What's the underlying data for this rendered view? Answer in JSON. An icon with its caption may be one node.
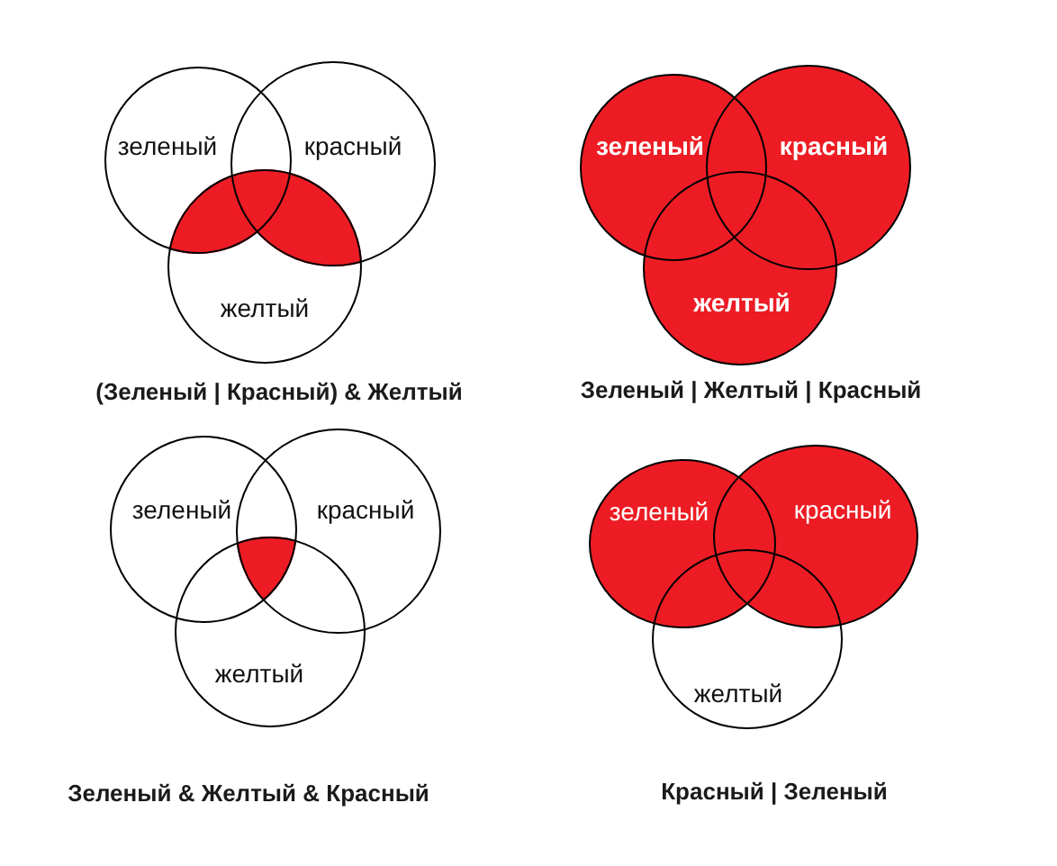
{
  "diagram": {
    "nodes": [
      {
        "text": [
          "зеленый"
        ]
      },
      {
        "text": [
          "красный"
        ]
      },
      {
        "text": [
          "желтый"
        ]
      },
      {
        "text": [
          "зеленый"
        ]
      },
      {
        "text": [
          "красный"
        ]
      },
      {
        "text": [
          "желтый"
        ]
      },
      {
        "text": [
          "зеленый"
        ]
      },
      {
        "text": [
          "красный"
        ]
      },
      {
        "text": [
          "желтый"
        ]
      },
      {
        "text": [
          "зеленый"
        ]
      },
      {
        "text": [
          "красный"
        ]
      },
      {
        "text": [
          "желтый"
        ]
      }
    ],
    "labels": [
      "(Зеленый | Красный) & Желтый",
      "Зеленый | Желтый | Красный",
      "Зеленый & Желтый & Красный",
      "Красный | Зеленый"
    ]
  }
}
